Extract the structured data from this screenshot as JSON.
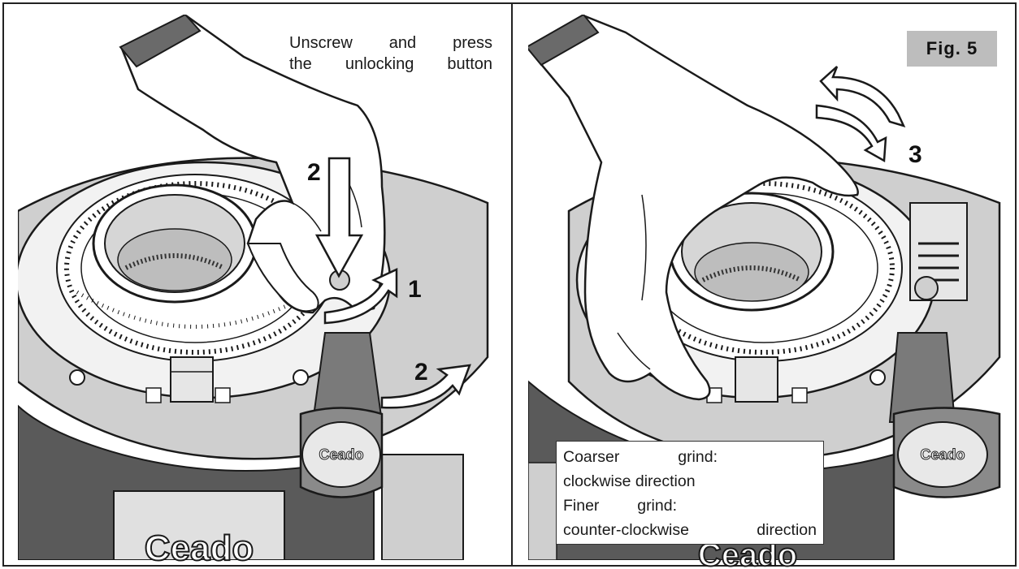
{
  "left_panel": {
    "instruction_line1_words": [
      "Unscrew",
      "and",
      "press"
    ],
    "instruction_line2_words": [
      "the",
      "unlocking",
      "button"
    ],
    "step_labels": {
      "press_arrow": "2",
      "rotate_arrow": "1",
      "pull_arrow": "2"
    },
    "brand_on_knob": "Ceado",
    "brand_on_base": "Ceado"
  },
  "right_panel": {
    "figure_label": "Fig. 5",
    "step_label": "3",
    "brand_on_knob": "Ceado",
    "brand_on_base": "Ceado",
    "info": {
      "coarser_heading_words": [
        "Coarser",
        "grind:"
      ],
      "coarser_direction": "clockwise direction",
      "finer_heading_words": [
        "Finer",
        "grind:"
      ],
      "finer_direction_words": [
        "counter-clockwise",
        "direction"
      ]
    }
  },
  "colors": {
    "line": "#1a1a1a",
    "dark_body": "#555555",
    "light_gray": "#d9d9d9",
    "figure_label_bg": "#bdbdbd"
  }
}
